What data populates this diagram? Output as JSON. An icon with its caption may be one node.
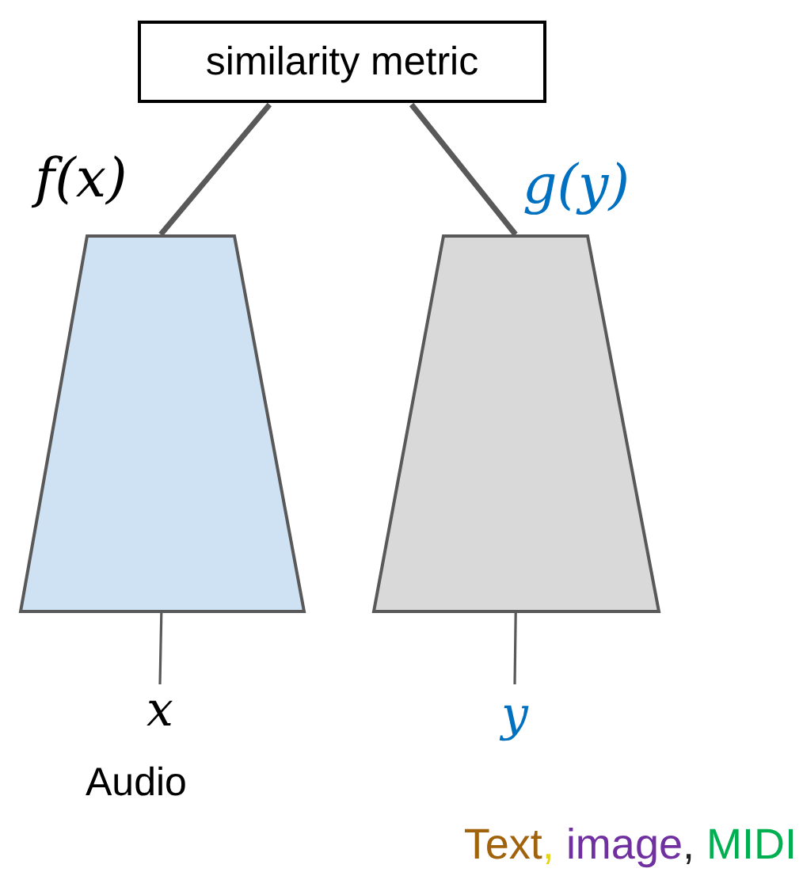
{
  "diagram": {
    "nodes": [
      {
        "text": [
          "similarity metric"
        ]
      },
      {
        "text": [],
        "shape": "trapezoid",
        "beside": [
          "f(x)"
        ]
      },
      {
        "text": [],
        "shape": "trapezoid",
        "beside": [
          "g(y)"
        ]
      },
      {
        "text": [
          "x"
        ],
        "beside": [
          "Audio"
        ]
      },
      {
        "text": [
          "y"
        ]
      }
    ],
    "edges": [
      {
        "from": 0,
        "to": 1,
        "arrow": "none",
        "style": "thick"
      },
      {
        "from": 0,
        "to": 2,
        "arrow": "none",
        "style": "thick"
      },
      {
        "from": 1,
        "to": 3,
        "arrow": "none"
      },
      {
        "from": 2,
        "to": 4,
        "arrow": "none"
      }
    ],
    "labels": [
      "Text",
      ",",
      "image",
      ",",
      "MIDI"
    ]
  }
}
